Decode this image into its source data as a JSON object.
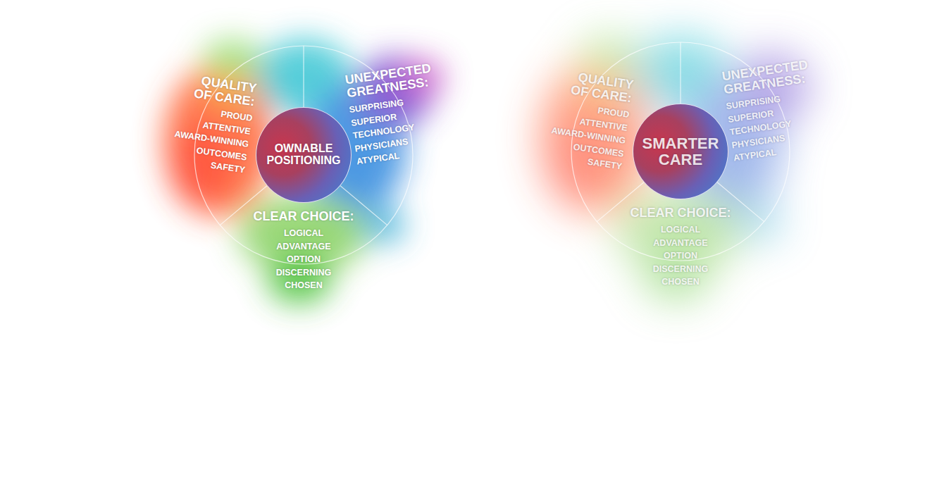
{
  "diagram": {
    "nodes": [
      {
        "text": [
          "QUALITY OF CARE:",
          "PROUD ATTENTIVE AWARD-WINNING OUTCOMES SAFETY"
        ]
      },
      {
        "text": [
          "UNEXPECTED GREATNESS:",
          "SURPRISING SUPERIOR TECHNOLOGY PHYSICIANS ATYPICAL"
        ]
      },
      {
        "text": [
          "OWNABLE POSITIONING"
        ]
      },
      {
        "text": [
          "CLEAR CHOICE:",
          "LOGICAL ADVANTAGE OPTION DISCERNING CHOSEN"
        ]
      },
      {
        "text": [
          "QUALITY OF CARE:",
          "PROUD ATTENTIVE AWARD-WINNING OUTCOMES SAFETY"
        ]
      },
      {
        "text": [
          "UNEXPECTED GREATNESS:",
          "SURPRISING SUPERIOR TECHNOLOGY PHYSICIANS ATYPICAL"
        ]
      },
      {
        "text": [
          "SMARTER CARE"
        ]
      },
      {
        "text": [
          "CLEAR CHOICE:",
          "LOGICAL ADVANTAGE OPTION DISCERNING CHOSEN"
        ]
      }
    ]
  }
}
